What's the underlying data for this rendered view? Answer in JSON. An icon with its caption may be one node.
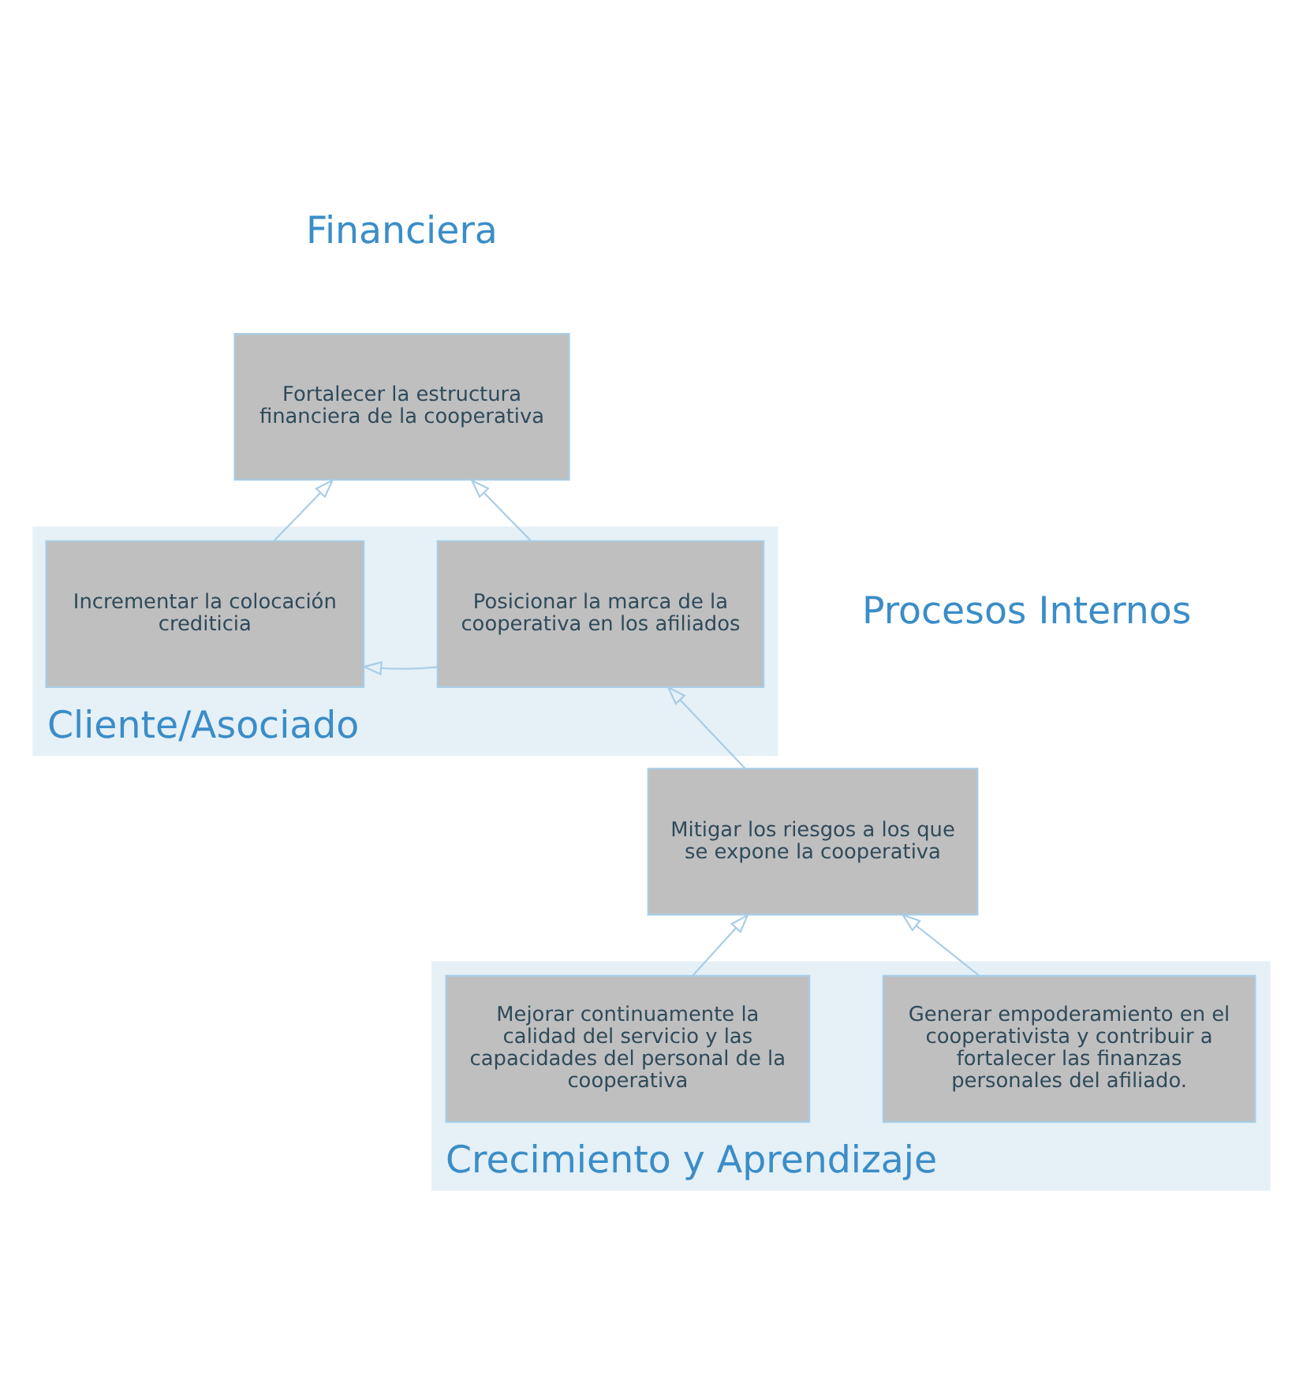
{
  "diagram": {
    "nodes": [
      {
        "text": [
          "Fortalecer la estructura financiera de la cooperativa"
        ]
      },
      {
        "text": [
          "Cliente/Asociado"
        ]
      },
      {
        "text": [
          "Incrementar la colocación crediticia"
        ],
        "in": 1
      },
      {
        "text": [
          "Posicionar la marca de la cooperativa en los afiliados"
        ],
        "in": 1
      },
      {
        "text": [
          "Mitigar los riesgos a los que se expone la cooperativa"
        ]
      },
      {
        "text": [
          "Crecimiento y Aprendizaje"
        ]
      },
      {
        "text": [
          "Mejorar continuamente la calidad del servicio y las capacidades del personal de la cooperativa"
        ],
        "in": 5
      },
      {
        "text": [
          "Generar empoderamiento en el cooperativista y contribuir a fortalecer las finanzas personales del afiliado."
        ],
        "in": 5
      }
    ],
    "edges": [
      {
        "from": 2,
        "to": 0,
        "arrow": "to"
      },
      {
        "from": 3,
        "to": 0,
        "arrow": "to"
      },
      {
        "from": 3,
        "to": 2,
        "arrow": "to"
      },
      {
        "from": 4,
        "to": 3,
        "arrow": "to"
      },
      {
        "from": 6,
        "to": 4,
        "arrow": "to"
      },
      {
        "from": 7,
        "to": 4,
        "arrow": "to"
      }
    ],
    "labels": [
      "Financiera",
      "Procesos Internos"
    ]
  }
}
